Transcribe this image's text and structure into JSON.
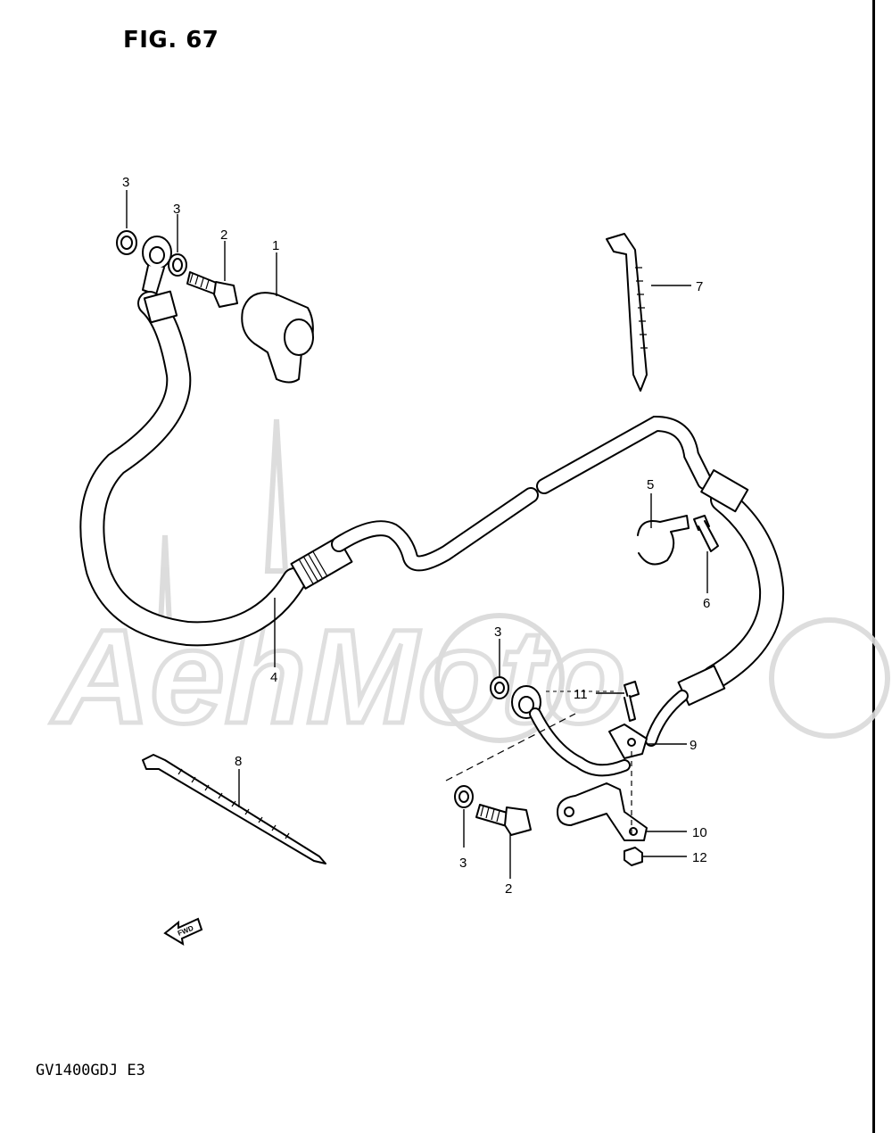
{
  "figure": {
    "title": "FIG. 67",
    "model": "GV1400GDJ  E3",
    "fwd_label": "FWD"
  },
  "watermark": {
    "text": "AehMoto"
  },
  "callouts": {
    "c1": "1",
    "c2a": "2",
    "c2b": "2",
    "c3a": "3",
    "c3b": "3",
    "c3c": "3",
    "c3d": "3",
    "c4": "4",
    "c5": "5",
    "c6": "6",
    "c7": "7",
    "c8": "8",
    "c9": "9",
    "c10": "10",
    "c11": "11",
    "c12": "12"
  },
  "colors": {
    "ink": "#000000",
    "watermark": "#d9d9d9",
    "background": "#ffffff"
  }
}
